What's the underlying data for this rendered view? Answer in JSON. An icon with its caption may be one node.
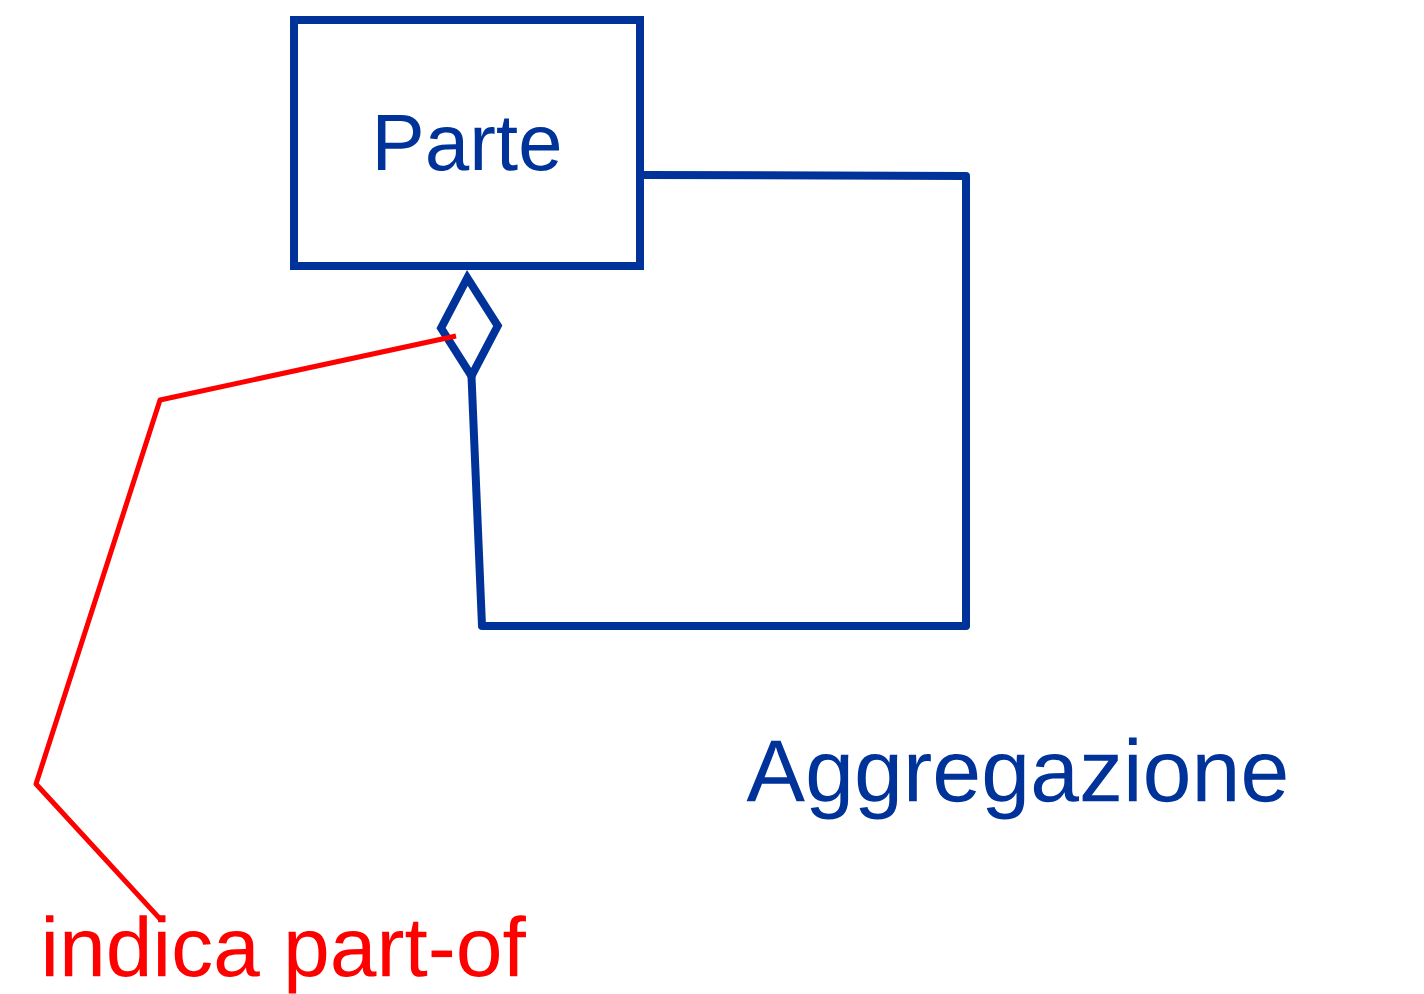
{
  "diagram": {
    "nodes": [
      {
        "text": [
          "Parte"
        ]
      },
      {
        "text": [
          "indica part-of"
        ]
      }
    ],
    "edges": [
      {
        "from": 0,
        "to": 0,
        "arrow": "other",
        "color": "#003399"
      },
      {
        "from": 1,
        "to": null,
        "arrow": "none",
        "color": "#ff0000"
      }
    ],
    "labels": [
      "Aggregazione"
    ]
  }
}
